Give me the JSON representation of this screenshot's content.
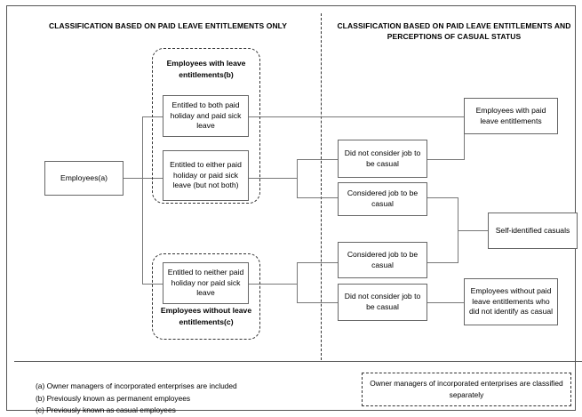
{
  "diagram": {
    "title_left": "CLASSIFICATION BASED ON PAID LEAVE ENTITLEMENTS ONLY",
    "title_right": "CLASSIFICATION BASED ON PAID LEAVE ENTITLEMENTS AND PERCEPTIONS OF CASUAL STATUS",
    "nodes": {
      "employees": "Employees(a)",
      "both_paid": "Entitled to both paid holiday and paid sick leave",
      "either_paid": "Entitled to either paid holiday or paid sick leave (but not both)",
      "neither_paid": "Entitled to neither paid holiday nor paid sick leave",
      "mid_1": "Did not consider job to be casual",
      "mid_2": "Considered job to be casual",
      "mid_3": "Considered job to be casual",
      "mid_4": "Did not consider job to be casual",
      "out_1": "Employees with paid leave entitlements",
      "out_2": "Self-identified casuals",
      "out_3": "Employees without paid leave entitlements who did not identify as casual"
    },
    "groups": {
      "with_entitlements": "Employees with leave entitlements(b)",
      "without_entitlements": "Employees without leave entitlements(c)"
    },
    "footnotes": [
      "(a) Owner managers of incorporated enterprises are included",
      "(b) Previously known as permanent employees",
      "(c) Previously known as casual employees"
    ],
    "note_box": "Owner managers of incorporated enterprises are classified separately",
    "colors": {
      "border": "#666666",
      "line": "#777777",
      "dashed": "#333333",
      "text": "#000000",
      "background": "#ffffff"
    }
  }
}
